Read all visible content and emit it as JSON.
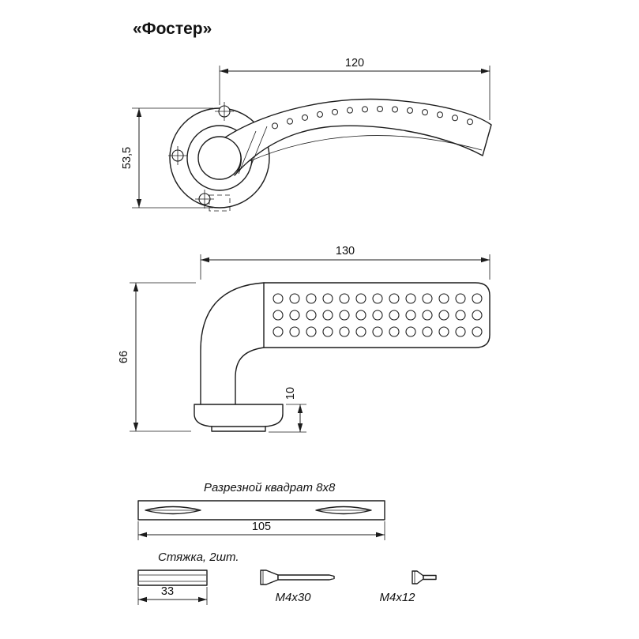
{
  "title": "«Фостер»",
  "front_view": {
    "width_dim": "120",
    "height_dim": "53,5"
  },
  "side_view": {
    "length_dim": "130",
    "height_dim": "66",
    "base_dim": "10"
  },
  "spindle": {
    "label": "Разрезной квадрат 8х8",
    "length_dim": "105"
  },
  "tie": {
    "label": "Стяжка, 2шт.",
    "length_dim": "33"
  },
  "screws": {
    "long_label": "М4х30",
    "short_label": "М4х12"
  },
  "colors": {
    "line": "#1c1c1c",
    "text": "#111111",
    "background": "#ffffff"
  }
}
